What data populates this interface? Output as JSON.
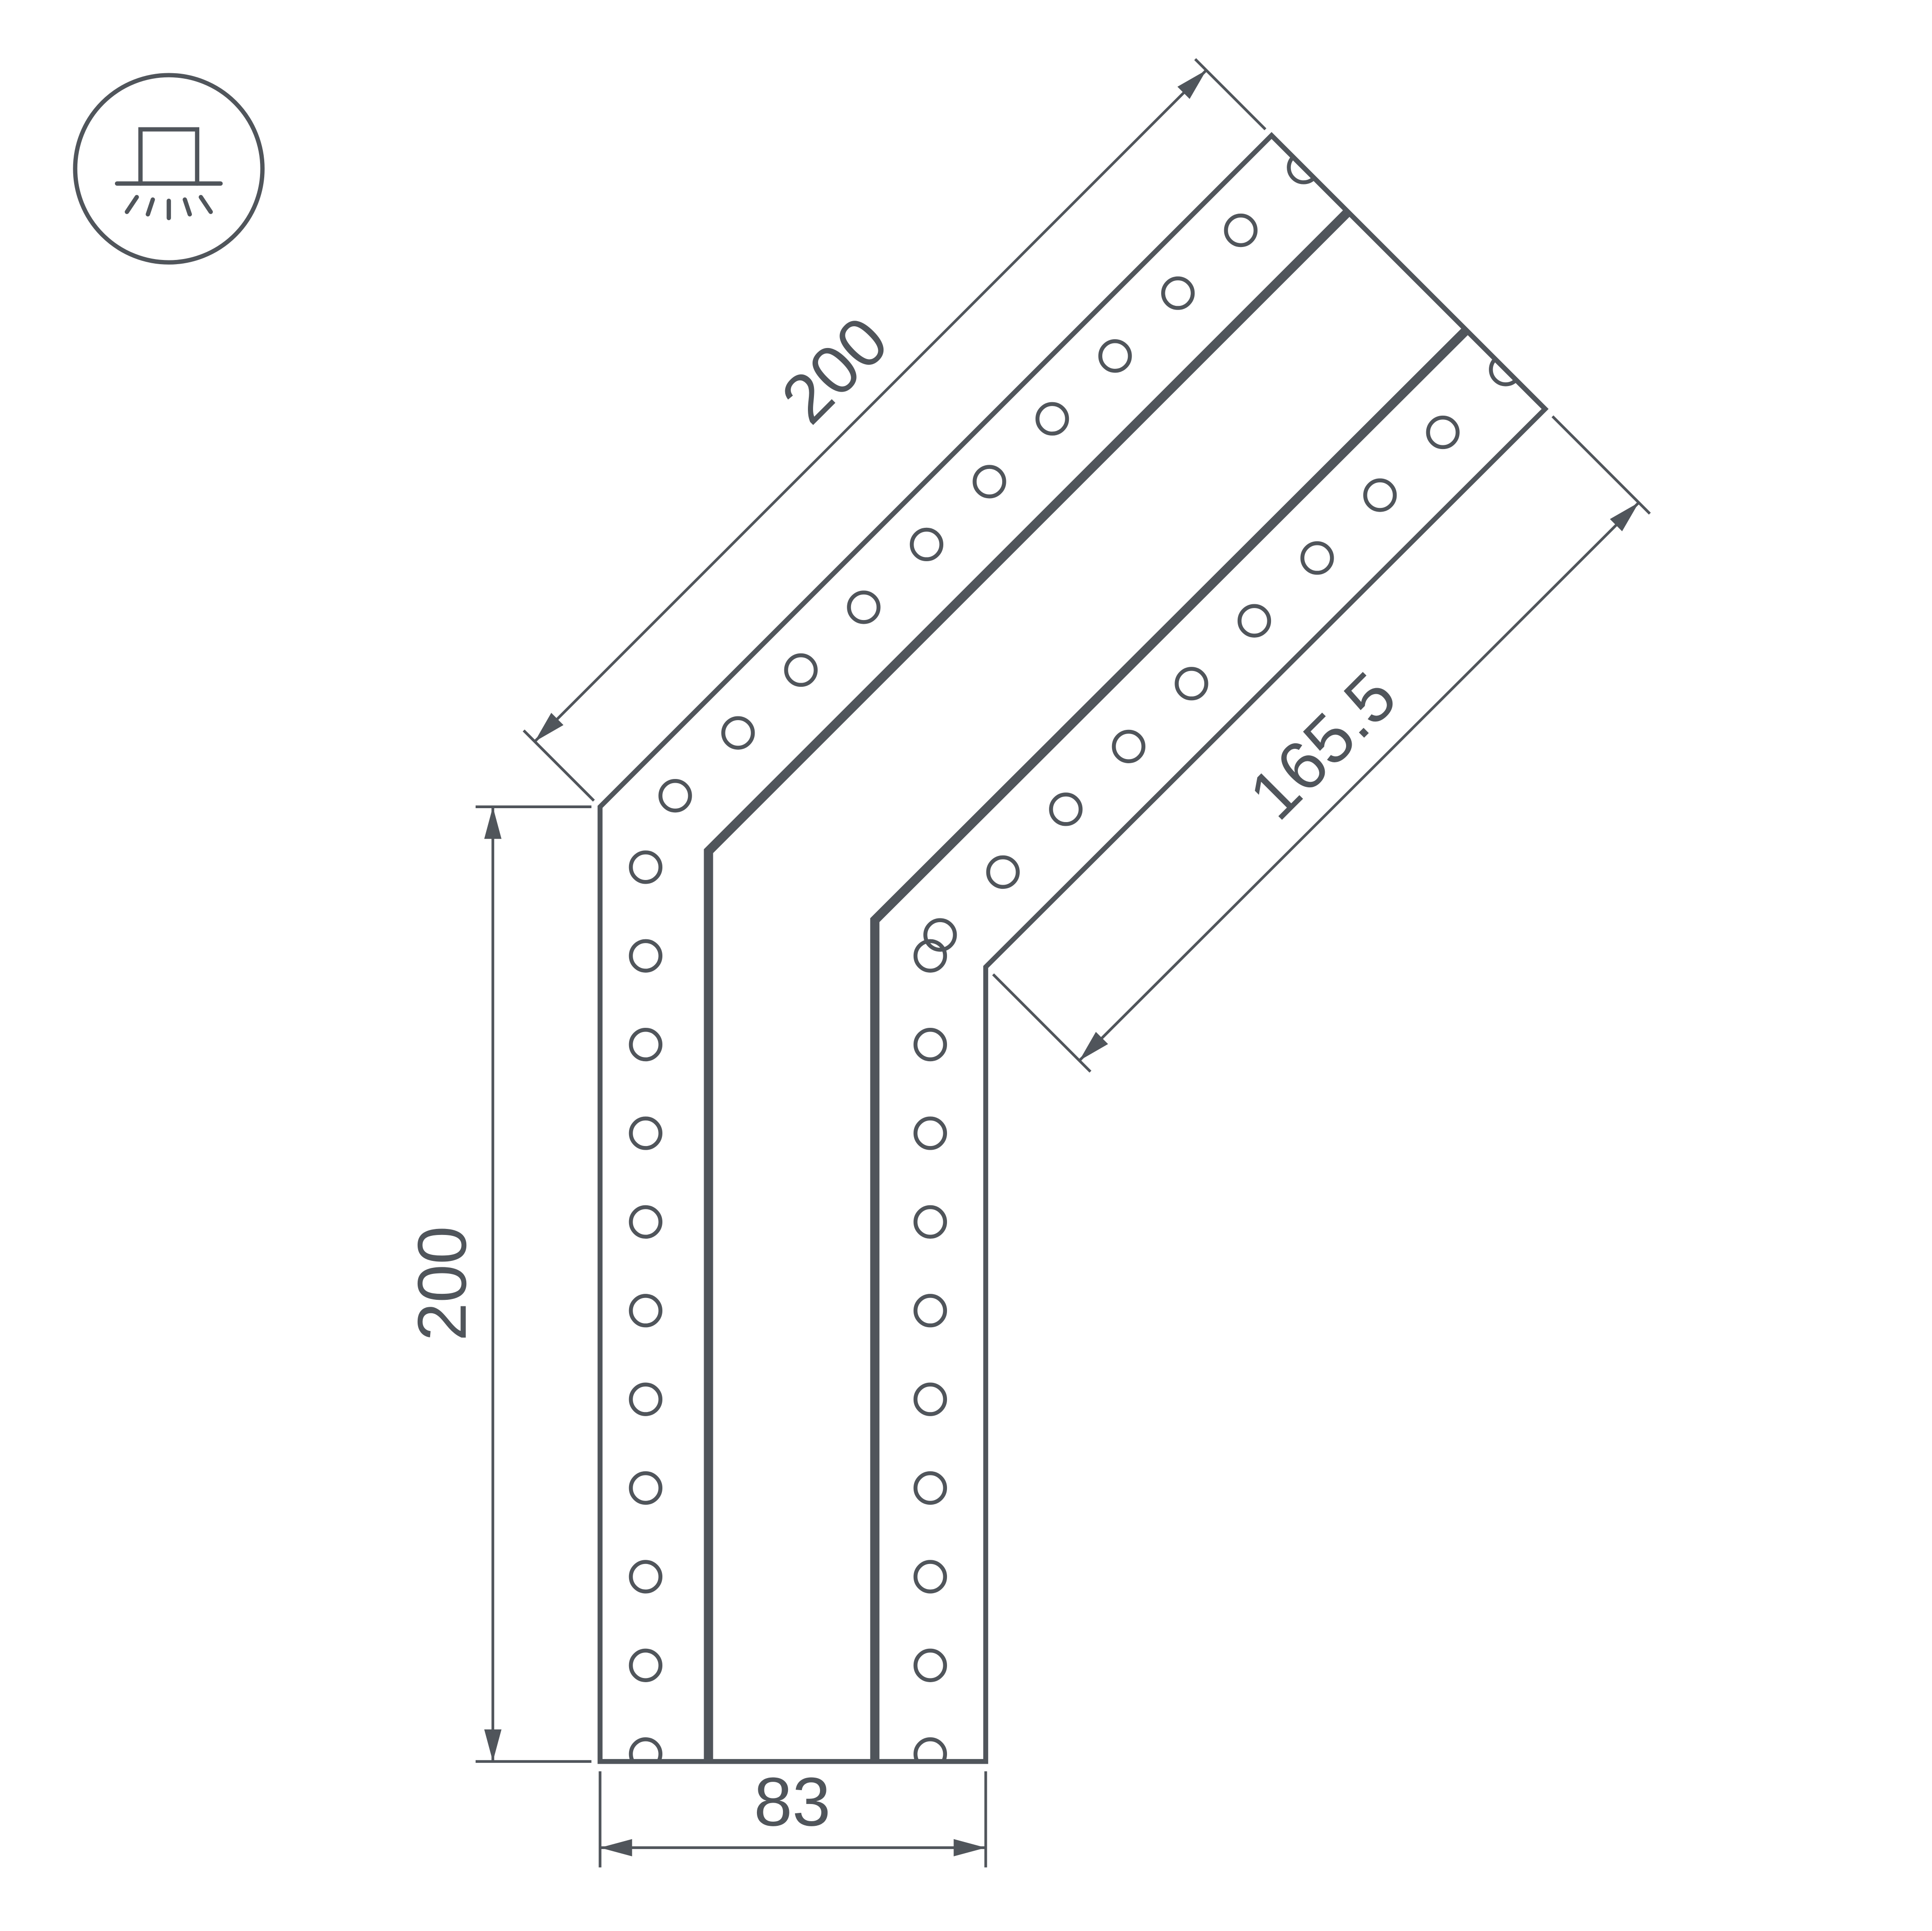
{
  "icon": {
    "name": "surface-mount-downlight"
  },
  "dimensions": {
    "outer_edge": "200",
    "vertical_edge": "200",
    "inner_edge": "165.5",
    "bottom_width": "83"
  },
  "colors": {
    "line": "#50555B",
    "background": "#FFFFFF"
  }
}
